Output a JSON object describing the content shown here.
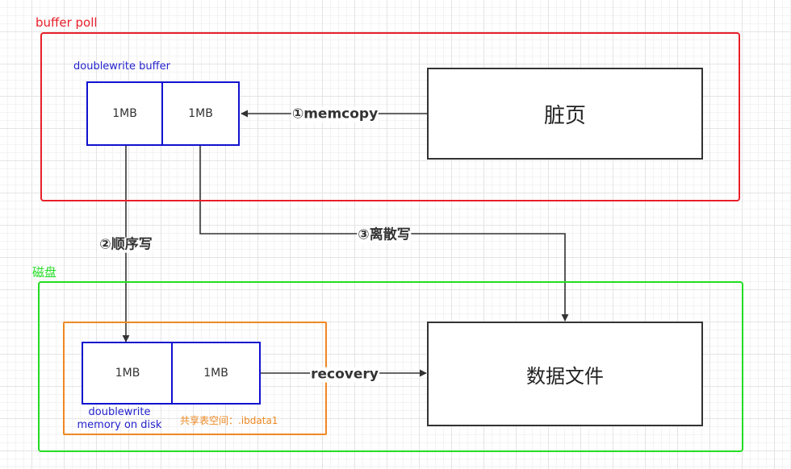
{
  "colors": {
    "buffer_pool": "#e8202a",
    "disk": "#22dd22",
    "shared_tablespace": "#ee8822",
    "block_border": "#1010d0",
    "node_border": "#333333",
    "edge": "#333333"
  },
  "buffer_pool": {
    "title": "buffer poll",
    "doublewrite_buffer": {
      "label": "doublewrite buffer",
      "blocks": [
        "1MB",
        "1MB"
      ]
    },
    "dirty_page": "脏页"
  },
  "disk": {
    "title": "磁盘",
    "shared_tablespace": {
      "label": "共享表空间：.ibdata1",
      "doublewrite_on_disk": {
        "label_line1": "doublewrite",
        "label_line2": "memory on disk",
        "blocks": [
          "1MB",
          "1MB"
        ]
      }
    },
    "data_file": "数据文件"
  },
  "edges": {
    "memcopy": "①memcopy",
    "sequential_write": "②顺序写",
    "discrete_write": "③离散写",
    "recovery": "recovery"
  }
}
